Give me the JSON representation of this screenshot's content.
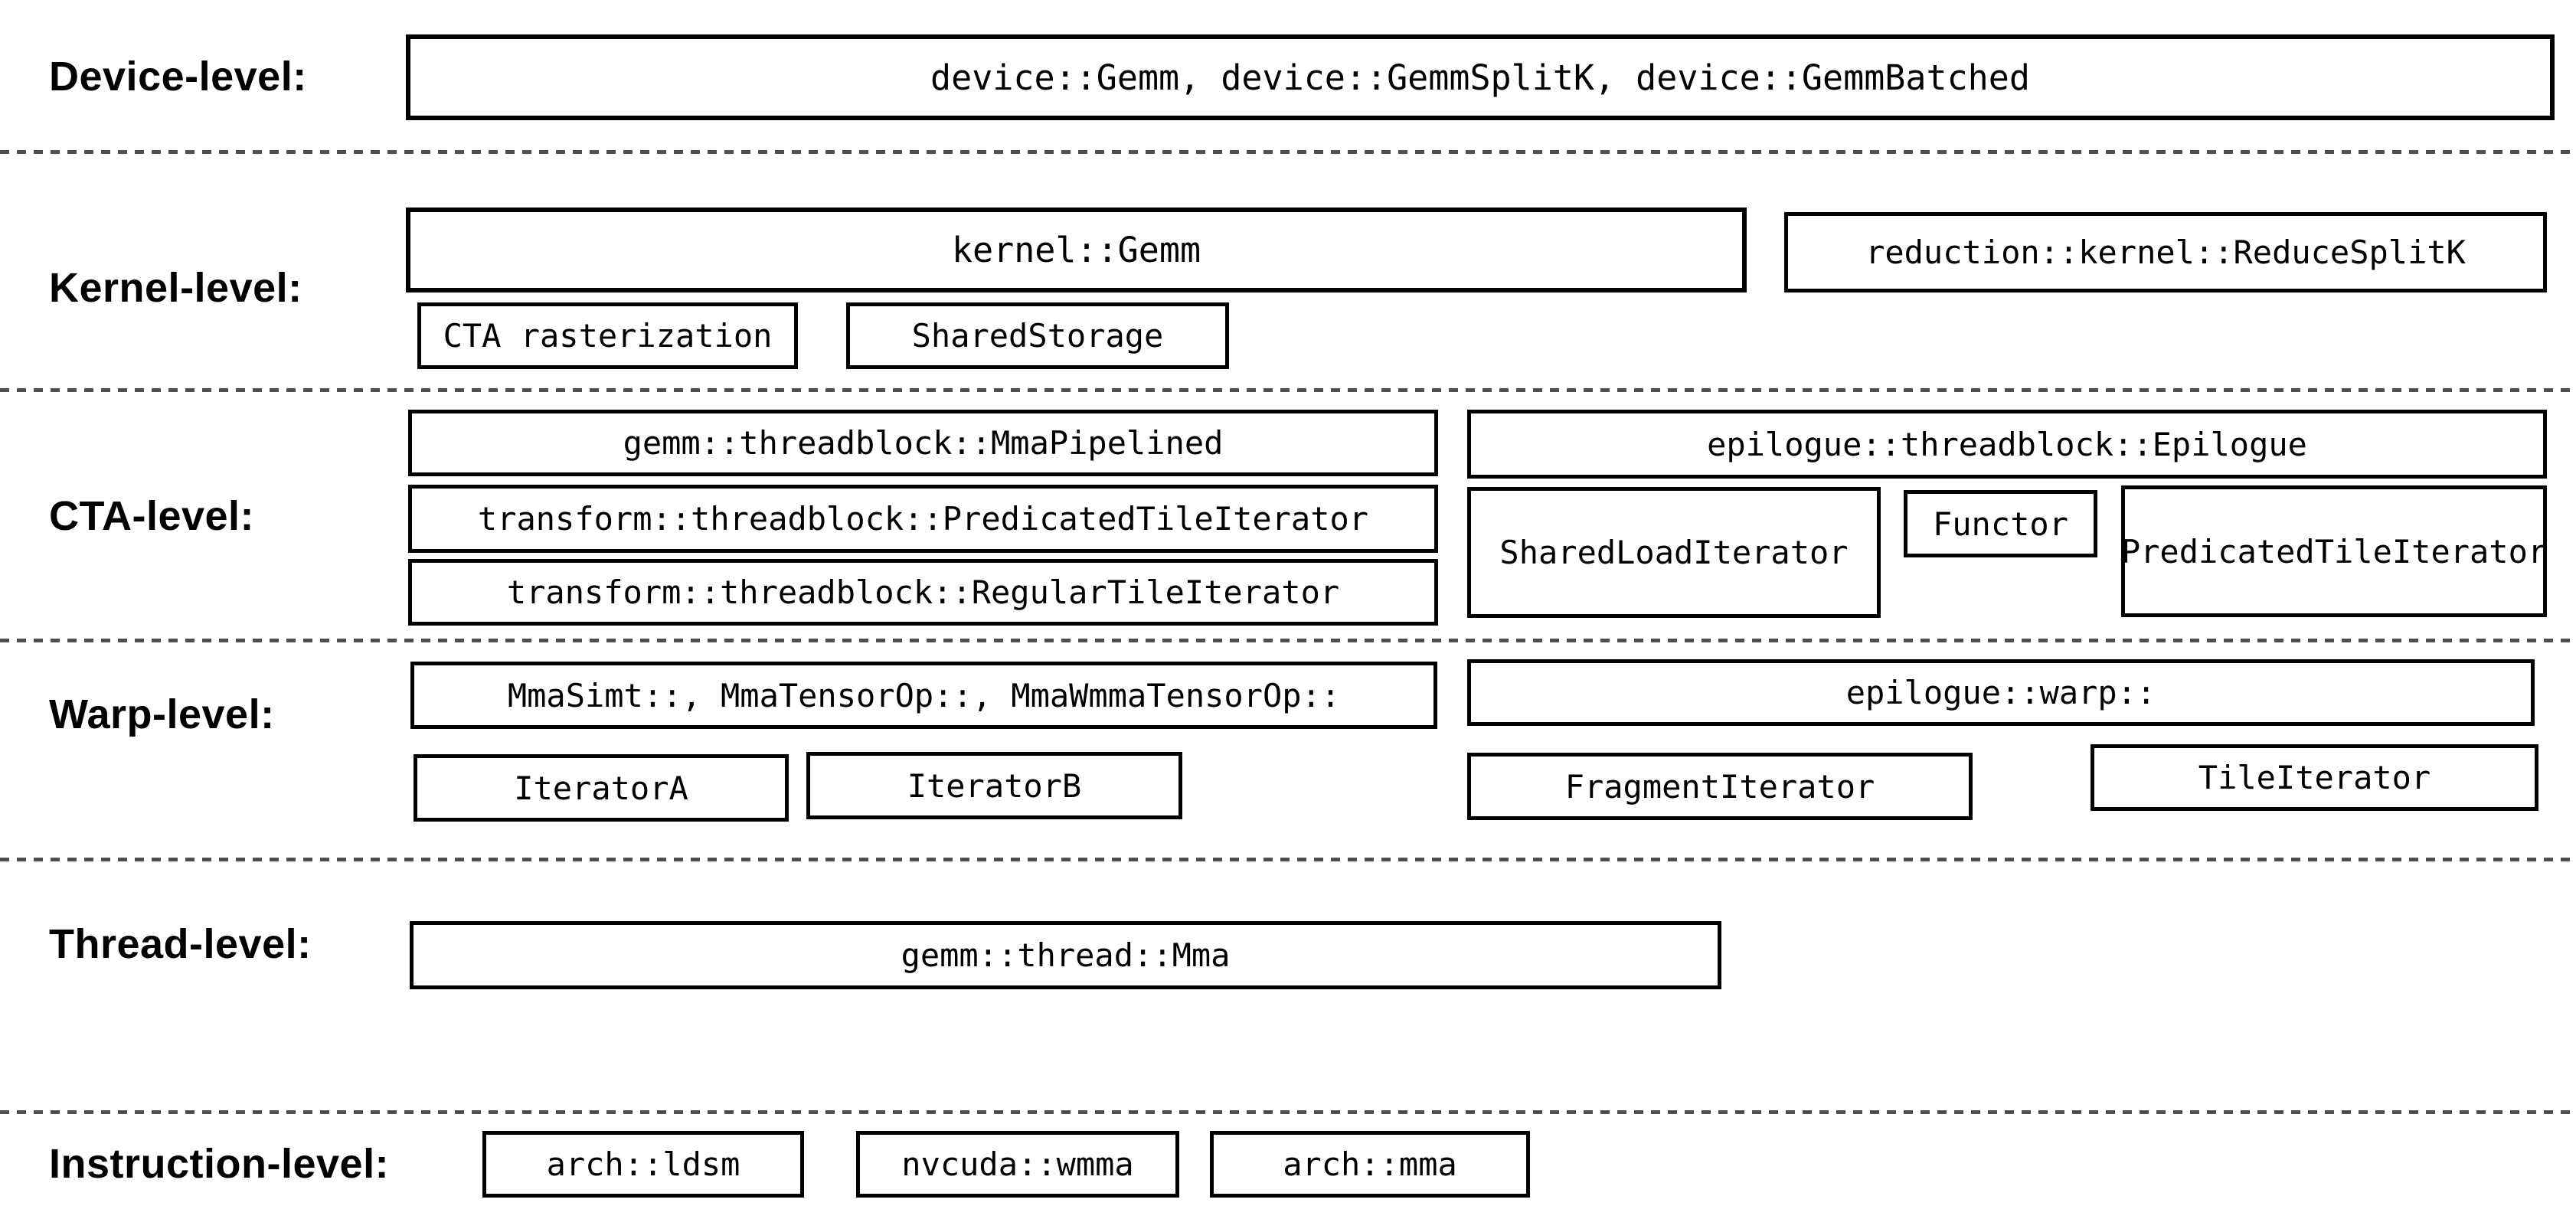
{
  "colors": {
    "background": "#ffffff",
    "box_border": "#000000",
    "box_text": "#000000",
    "separator": "#4f4f4f"
  },
  "rows": {
    "device": {
      "label": "Device-level:",
      "boxes": {
        "device_apis": "device::Gemm, device::GemmSplitK, device::GemmBatched"
      }
    },
    "kernel": {
      "label": "Kernel-level:",
      "boxes": {
        "kernel_gemm": "kernel::Gemm",
        "reduce_splitk": "reduction::kernel::ReduceSplitK",
        "cta_rasterization": "CTA rasterization",
        "shared_storage": "SharedStorage"
      }
    },
    "cta": {
      "label": "CTA-level:",
      "boxes": {
        "mma_pipelined": "gemm::threadblock::MmaPipelined",
        "predicated_tile_iterator": "transform::threadblock::PredicatedTileIterator",
        "regular_tile_iterator": "transform::threadblock::RegularTileIterator",
        "epilogue": "epilogue::threadblock::Epilogue",
        "shared_load_iterator": "SharedLoadIterator",
        "functor": "Functor",
        "epilogue_predicated_tile_iterator": "PredicatedTileIterator"
      }
    },
    "warp": {
      "label": "Warp-level:",
      "boxes": {
        "mma_policies": "MmaSimt::, MmaTensorOp::, MmaWmmaTensorOp::",
        "epilogue_warp": "epilogue::warp::",
        "iterator_a": "IteratorA",
        "iterator_b": "IteratorB",
        "fragment_iterator": "FragmentIterator",
        "tile_iterator": "TileIterator"
      }
    },
    "thread": {
      "label": "Thread-level:",
      "boxes": {
        "thread_mma": "gemm::thread::Mma"
      }
    },
    "instruction": {
      "label": "Instruction-level:",
      "boxes": {
        "arch_ldsm": "arch::ldsm",
        "nvcuda_wmma": "nvcuda::wmma",
        "arch_mma": "arch::mma"
      }
    }
  }
}
